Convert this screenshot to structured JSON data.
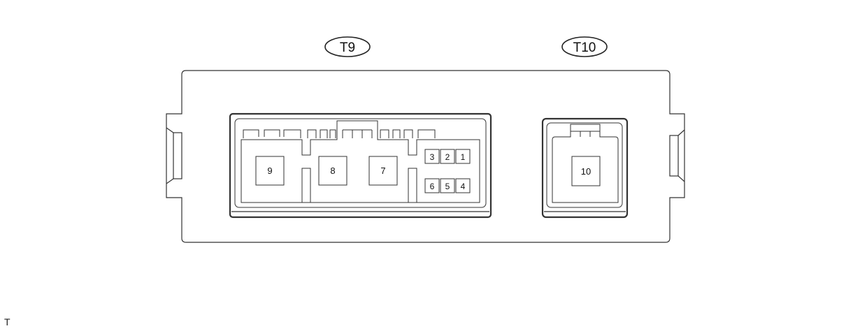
{
  "connectors": [
    {
      "id": "T9",
      "label": "T9",
      "large_pins": [
        "9",
        "8",
        "7"
      ],
      "small_pins_top": [
        "3",
        "2",
        "1"
      ],
      "small_pins_bottom": [
        "6",
        "5",
        "4"
      ]
    },
    {
      "id": "T10",
      "label": "T10",
      "large_pins": [
        "10"
      ]
    }
  ],
  "corner_text": "T",
  "colors": {
    "line": "#333333",
    "fill": "#ffffff"
  }
}
